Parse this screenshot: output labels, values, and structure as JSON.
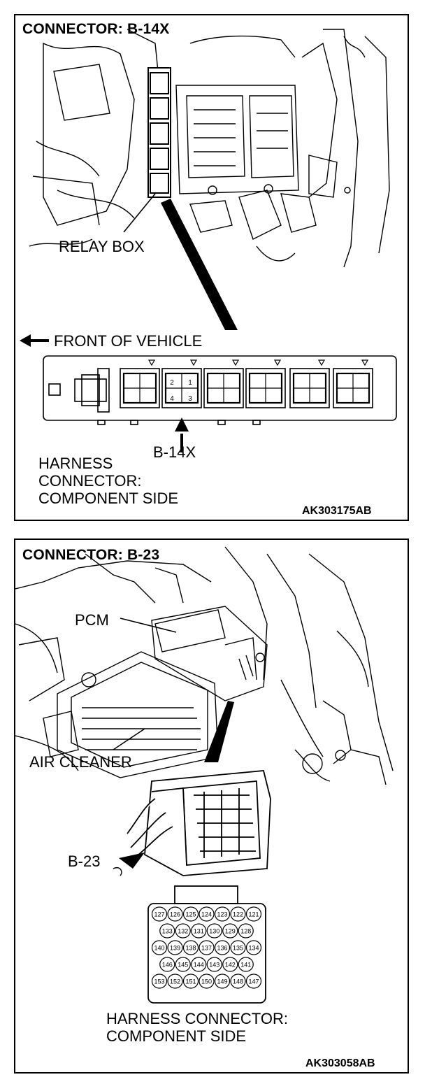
{
  "panel1": {
    "title": "CONNECTOR: B-14X",
    "relay_box_label": "RELAY BOX",
    "front_label": "FRONT OF VEHICLE",
    "connector_callout": "B-14X",
    "harness_label_lines": [
      "HARNESS",
      "CONNECTOR:",
      "COMPONENT SIDE"
    ],
    "pins": [
      "2",
      "1",
      "4",
      "3"
    ],
    "code": "AK303175AB"
  },
  "panel2": {
    "title": "CONNECTOR: B-23",
    "pcm_label": "PCM",
    "air_cleaner_label": "AIR CLEANER",
    "connector_callout": "B-23",
    "harness_label_lines": [
      "HARNESS CONNECTOR:",
      "COMPONENT SIDE"
    ],
    "pin_rows": [
      [
        "127",
        "126",
        "125",
        "124",
        "123",
        "122",
        "121"
      ],
      [
        "133",
        "132",
        "131",
        "130",
        "129",
        "128"
      ],
      [
        "140",
        "139",
        "138",
        "137",
        "136",
        "135",
        "134"
      ],
      [
        "146",
        "145",
        "144",
        "143",
        "142",
        "141"
      ],
      [
        "153",
        "152",
        "151",
        "150",
        "149",
        "148",
        "147"
      ]
    ],
    "code": "AK303058AB"
  }
}
